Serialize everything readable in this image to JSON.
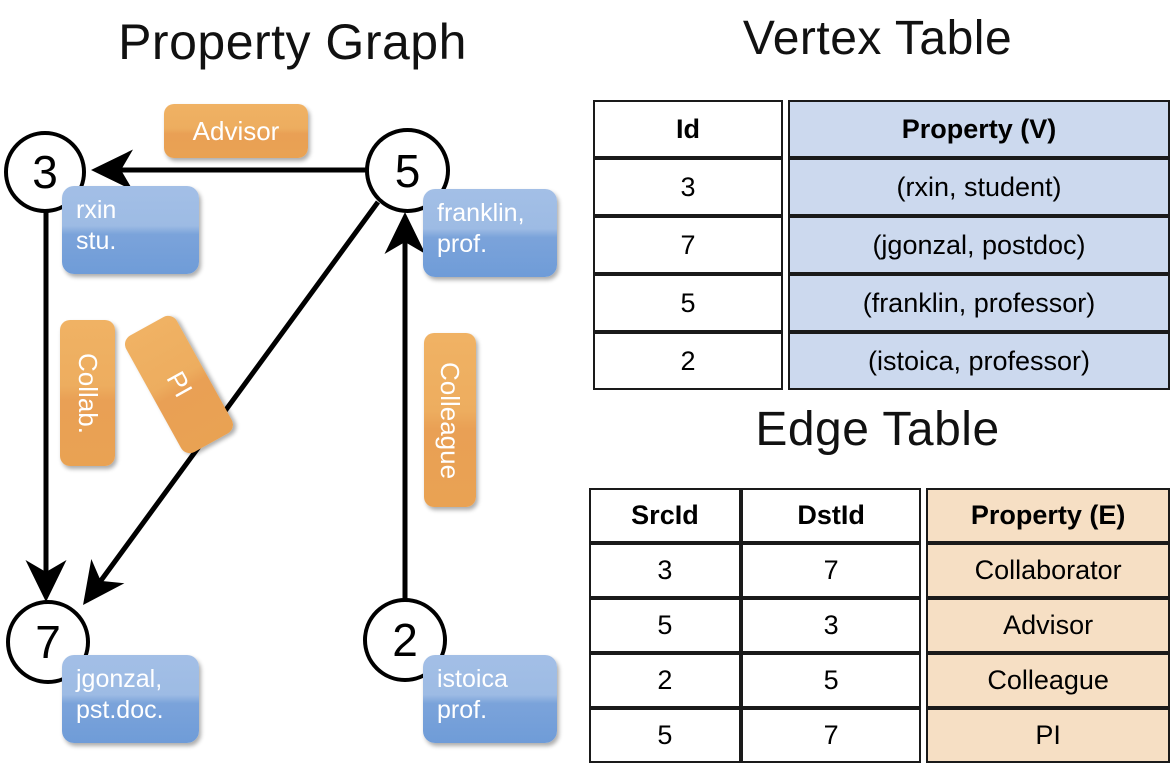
{
  "titles": {
    "property_graph": "Property Graph",
    "vertex_table": "Vertex Table",
    "edge_table": "Edge Table"
  },
  "graph": {
    "nodes": [
      {
        "id": "3",
        "label": "3",
        "property_line1": "rxin",
        "property_line2": "stu."
      },
      {
        "id": "5",
        "label": "5",
        "property_line1": "franklin,",
        "property_line2": "prof."
      },
      {
        "id": "7",
        "label": "7",
        "property_line1": "jgonzal,",
        "property_line2": "pst.doc."
      },
      {
        "id": "2",
        "label": "2",
        "property_line1": "istoica",
        "property_line2": "prof."
      }
    ],
    "edge_labels": [
      {
        "name": "advisor",
        "text": "Advisor"
      },
      {
        "name": "collab",
        "text": "Collab."
      },
      {
        "name": "pi",
        "text": "PI"
      },
      {
        "name": "colleague",
        "text": "Colleague"
      }
    ],
    "edges": [
      {
        "from": "5",
        "to": "3",
        "label": "Advisor"
      },
      {
        "from": "3",
        "to": "7",
        "label": "Collab."
      },
      {
        "from": "5",
        "to": "7",
        "label": "PI"
      },
      {
        "from": "2",
        "to": "5",
        "label": "Colleague"
      }
    ]
  },
  "vertex_table": {
    "headers": {
      "id": "Id",
      "property": "Property (V)"
    },
    "rows": [
      {
        "id": "3",
        "property": "(rxin, student)"
      },
      {
        "id": "7",
        "property": "(jgonzal, postdoc)"
      },
      {
        "id": "5",
        "property": "(franklin, professor)"
      },
      {
        "id": "2",
        "property": "(istoica, professor)"
      }
    ]
  },
  "edge_table": {
    "headers": {
      "src": "SrcId",
      "dst": "DstId",
      "property": "Property (E)"
    },
    "rows": [
      {
        "src": "3",
        "dst": "7",
        "property": "Collaborator"
      },
      {
        "src": "5",
        "dst": "3",
        "property": "Advisor"
      },
      {
        "src": "2",
        "dst": "5",
        "property": "Colleague"
      },
      {
        "src": "5",
        "dst": "7",
        "property": "PI"
      }
    ]
  },
  "colors": {
    "vertex_property_fill": "#ccd9ee",
    "edge_property_fill": "#f6dfc4",
    "node_box_blue": "#7ba3da",
    "edge_label_orange": "#eca85c",
    "stroke": "#000000"
  }
}
